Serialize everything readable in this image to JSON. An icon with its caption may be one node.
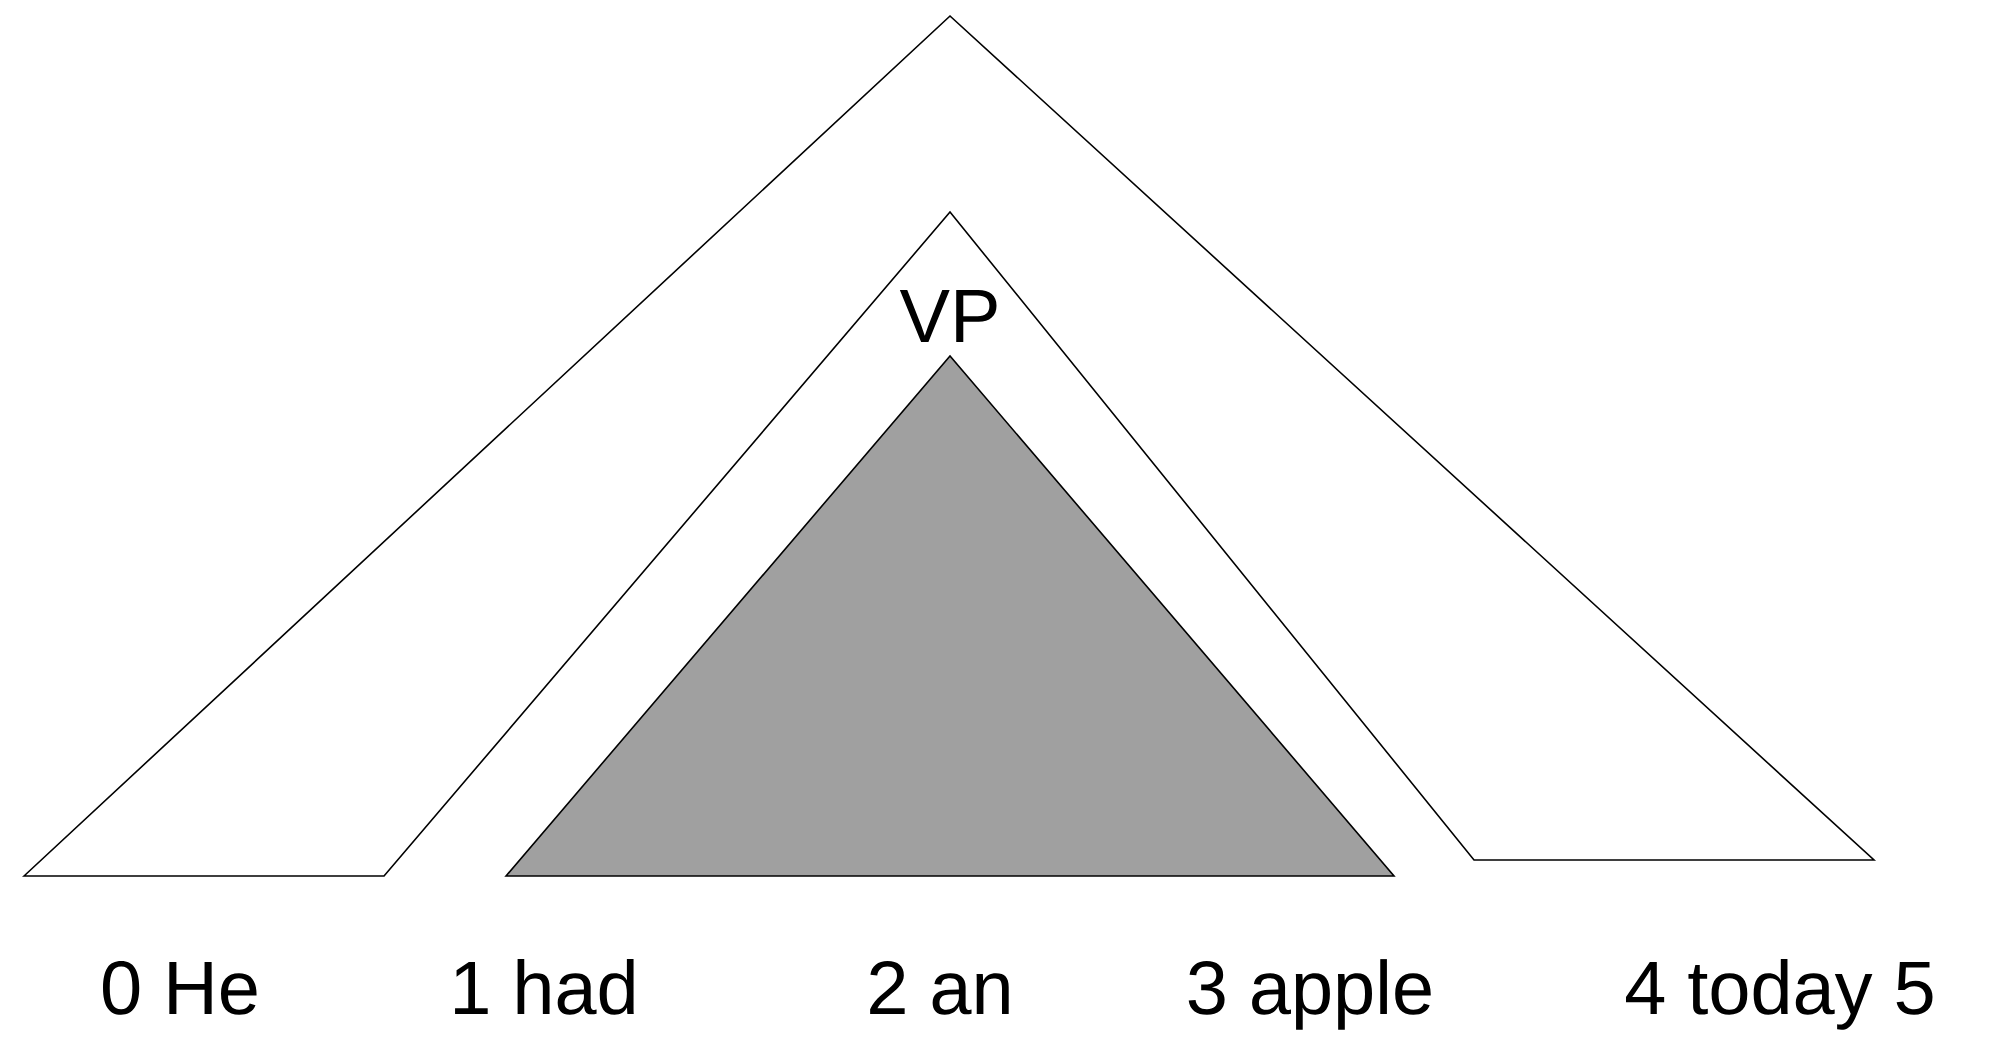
{
  "diagram": {
    "nodes": [
      {
        "text": [],
        "shape": "chevron"
      },
      {
        "text": [
          "VP"
        ]
      }
    ],
    "labels": [
      "0 He",
      "1 had",
      "2 an",
      "3 apple",
      "4 today 5"
    ]
  }
}
